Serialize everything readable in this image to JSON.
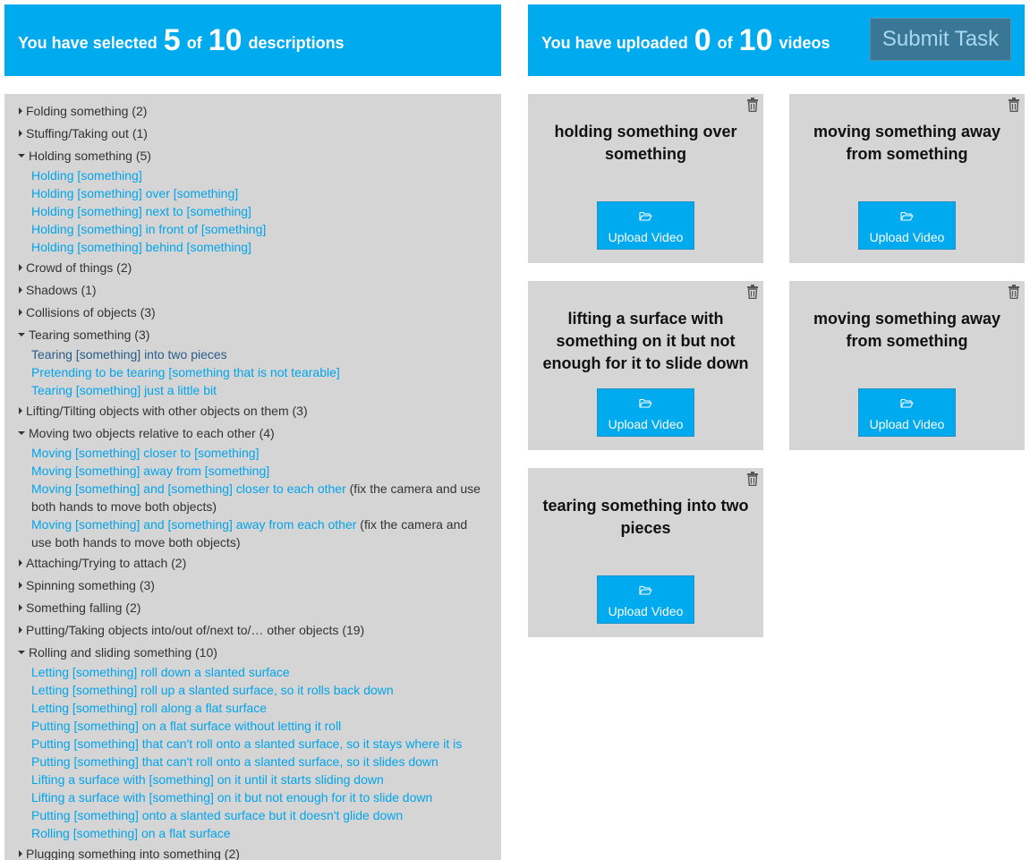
{
  "left_header": {
    "prefix": "You have selected",
    "count": "5",
    "of": "of",
    "total": "10",
    "suffix": "descriptions"
  },
  "right_header": {
    "prefix": "You have uploaded",
    "count": "0",
    "of": "of",
    "total": "10",
    "suffix": "videos",
    "submit_label": "Submit Task"
  },
  "categories": [
    {
      "label": "Folding something (2)",
      "expanded": false,
      "items": []
    },
    {
      "label": "Stuffing/Taking out (1)",
      "expanded": false,
      "items": []
    },
    {
      "label": "Holding something (5)",
      "expanded": true,
      "items": [
        {
          "text": "Holding [something]"
        },
        {
          "text": "Holding [something] over [something]"
        },
        {
          "text": "Holding [something] next to [something]"
        },
        {
          "text": "Holding [something] in front of [something]"
        },
        {
          "text": "Holding [something] behind [something]"
        }
      ]
    },
    {
      "label": "Crowd of things (2)",
      "expanded": false,
      "items": []
    },
    {
      "label": "Shadows (1)",
      "expanded": false,
      "items": []
    },
    {
      "label": "Collisions of objects (3)",
      "expanded": false,
      "items": []
    },
    {
      "label": "Tearing something (3)",
      "expanded": true,
      "items": [
        {
          "text": "Tearing [something] into two pieces",
          "dark": true
        },
        {
          "text": "Pretending to be tearing [something that is not tearable]"
        },
        {
          "text": "Tearing [something] just a little bit"
        }
      ]
    },
    {
      "label": "Lifting/Tilting objects with other objects on them (3)",
      "expanded": false,
      "items": []
    },
    {
      "label": "Moving two objects relative to each other (4)",
      "expanded": true,
      "items": [
        {
          "text": "Moving [something] closer to [something]"
        },
        {
          "text": "Moving [something] away from [something]"
        },
        {
          "text": "Moving [something] and [something] closer to each other",
          "note": " (fix the camera and use both hands to move both objects)"
        },
        {
          "text": "Moving [something] and [something] away from each other",
          "note": " (fix the camera and use both hands to move both objects)"
        }
      ]
    },
    {
      "label": "Attaching/Trying to attach (2)",
      "expanded": false,
      "items": []
    },
    {
      "label": "Spinning something (3)",
      "expanded": false,
      "items": []
    },
    {
      "label": "Something falling (2)",
      "expanded": false,
      "items": []
    },
    {
      "label": "Putting/Taking objects into/out of/next to/… other objects (19)",
      "expanded": false,
      "items": []
    },
    {
      "label": "Rolling and sliding something (10)",
      "expanded": true,
      "items": [
        {
          "text": "Letting [something] roll down a slanted surface"
        },
        {
          "text": "Letting [something] roll up a slanted surface, so it rolls back down"
        },
        {
          "text": "Letting [something] roll along a flat surface"
        },
        {
          "text": "Putting [something] on a flat surface without letting it roll"
        },
        {
          "text": "Putting [something] that can't roll onto a slanted surface, so it stays where it is"
        },
        {
          "text": "Putting [something] that can't roll onto a slanted surface, so it slides down"
        },
        {
          "text": "Lifting a surface with [something] on it until it starts sliding down"
        },
        {
          "text": "Lifting a surface with [something] on it but not enough for it to slide down"
        },
        {
          "text": "Putting [something] onto a slanted surface but it doesn't glide down"
        },
        {
          "text": "Rolling [something] on a flat surface"
        }
      ]
    },
    {
      "label": "Plugging something into something (2)",
      "expanded": false,
      "items": []
    }
  ],
  "cards": [
    {
      "title": "holding something over something",
      "upload_label": "Upload Video"
    },
    {
      "title": "moving something away from something",
      "upload_label": "Upload Video"
    },
    {
      "title": "lifting a surface with something on it but not enough for it to slide down",
      "upload_label": "Upload Video"
    },
    {
      "title": "moving something away from something",
      "upload_label": "Upload Video"
    },
    {
      "title": "tearing something into two pieces",
      "upload_label": "Upload Video"
    }
  ],
  "colors": {
    "accent": "#00aaef",
    "submit_bg": "#3a7797",
    "panel_bg": "#d5d5d5",
    "link": "#00a5ec",
    "link_dark": "#2a5c8a"
  },
  "icons": {
    "card_delete": "trash-icon",
    "upload": "folder-open-icon",
    "collapsed": "caret-right-icon",
    "expanded": "caret-down-icon"
  }
}
